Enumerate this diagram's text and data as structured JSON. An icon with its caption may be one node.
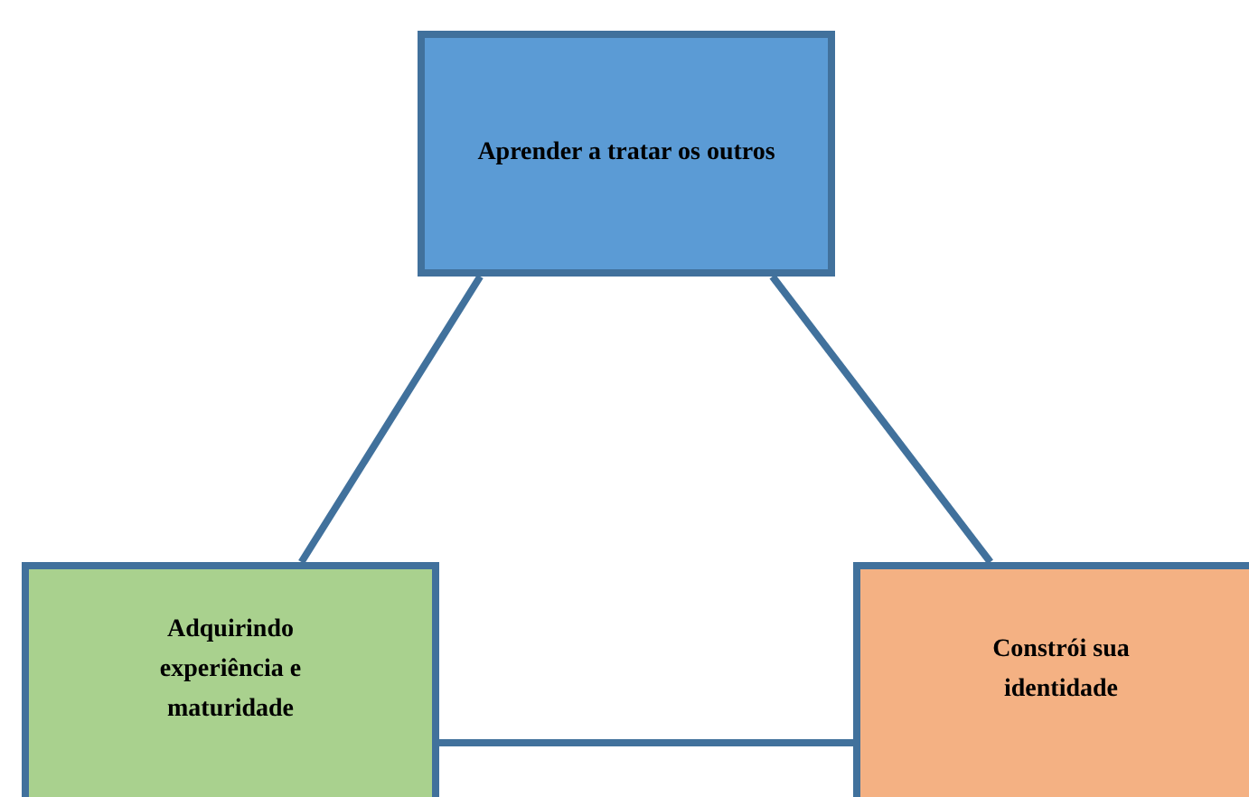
{
  "diagram": {
    "nodes": [
      {
        "text": [
          "Aprender a tratar os outros"
        ]
      },
      {
        "text": [
          "Adquirindo experiência e maturidade"
        ]
      },
      {
        "text": [
          "Constrói sua identidade"
        ]
      }
    ],
    "edges": [
      {
        "from": 0,
        "to": 1,
        "arrow": "none"
      },
      {
        "from": 0,
        "to": 2,
        "arrow": "none"
      },
      {
        "from": 1,
        "to": 2,
        "arrow": "none"
      }
    ]
  }
}
